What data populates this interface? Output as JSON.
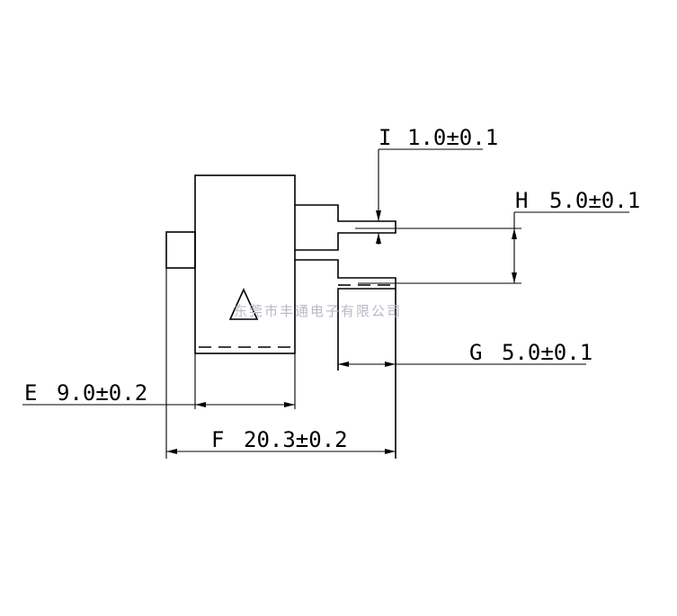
{
  "dimensions": {
    "I": {
      "letter": "I",
      "value": "1.0±0.1"
    },
    "H": {
      "letter": "H",
      "value": "5.0±0.1"
    },
    "G": {
      "letter": "G",
      "value": "5.0±0.1"
    },
    "E": {
      "letter": "E",
      "value": "9.0±0.2"
    },
    "F": {
      "letter": "F",
      "value": "20.3±0.2"
    }
  },
  "watermark": {
    "text": "东莞市丰通电子有限公司"
  }
}
